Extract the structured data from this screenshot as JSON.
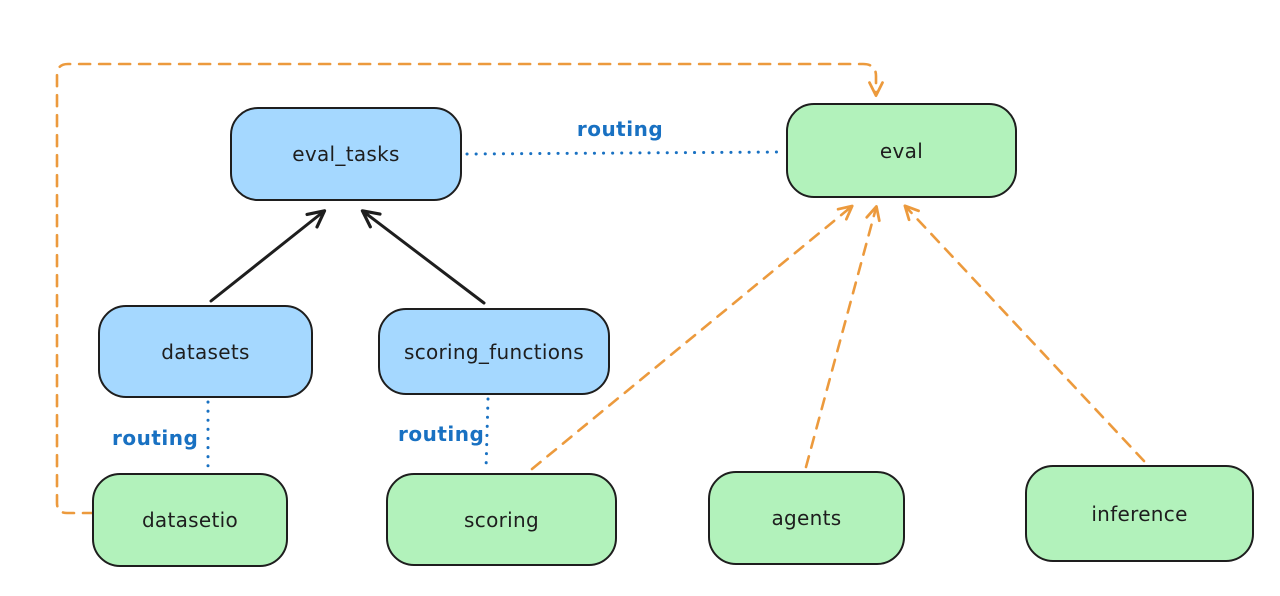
{
  "diagram": {
    "type": "architecture-diagram",
    "colors": {
      "node_border": "#1e1e1e",
      "registry_fill_blue": "#a5d8ff",
      "provider_fill_green": "#b2f2bb",
      "routing_blue": "#1971c2",
      "dependency_orange": "#ec9a3d",
      "arrow_black": "#1e1e1e",
      "background": "#ffffff"
    },
    "nodes": [
      {
        "id": "eval_tasks",
        "label": "eval_tasks",
        "fill": "#a5d8ff"
      },
      {
        "id": "eval",
        "label": "eval",
        "fill": "#b2f2bb"
      },
      {
        "id": "datasets",
        "label": "datasets",
        "fill": "#a5d8ff"
      },
      {
        "id": "scoring_functions",
        "label": "scoring_functions",
        "fill": "#a5d8ff"
      },
      {
        "id": "datasetio",
        "label": "datasetio",
        "fill": "#b2f2bb"
      },
      {
        "id": "scoring",
        "label": "scoring",
        "fill": "#b2f2bb"
      },
      {
        "id": "agents",
        "label": "agents",
        "fill": "#b2f2bb"
      },
      {
        "id": "inference",
        "label": "inference",
        "fill": "#b2f2bb"
      }
    ],
    "edges": [
      {
        "from": "datasets",
        "to": "eval_tasks",
        "style": "solid-arrow",
        "color": "#1e1e1e",
        "label": ""
      },
      {
        "from": "scoring_functions",
        "to": "eval_tasks",
        "style": "solid-arrow",
        "color": "#1e1e1e",
        "label": ""
      },
      {
        "from": "eval_tasks",
        "to": "eval",
        "style": "dotted",
        "color": "#1971c2",
        "label": "routing"
      },
      {
        "from": "datasets",
        "to": "datasetio",
        "style": "dotted",
        "color": "#1971c2",
        "label": "routing"
      },
      {
        "from": "scoring_functions",
        "to": "scoring",
        "style": "dotted",
        "color": "#1971c2",
        "label": "routing"
      },
      {
        "from": "datasetio",
        "to": "eval",
        "style": "dashed-arrow",
        "color": "#ec9a3d",
        "label": ""
      },
      {
        "from": "scoring",
        "to": "eval",
        "style": "dashed-arrow",
        "color": "#ec9a3d",
        "label": ""
      },
      {
        "from": "agents",
        "to": "eval",
        "style": "dashed-arrow",
        "color": "#ec9a3d",
        "label": ""
      },
      {
        "from": "inference",
        "to": "eval",
        "style": "dashed-arrow",
        "color": "#ec9a3d",
        "label": ""
      }
    ]
  }
}
